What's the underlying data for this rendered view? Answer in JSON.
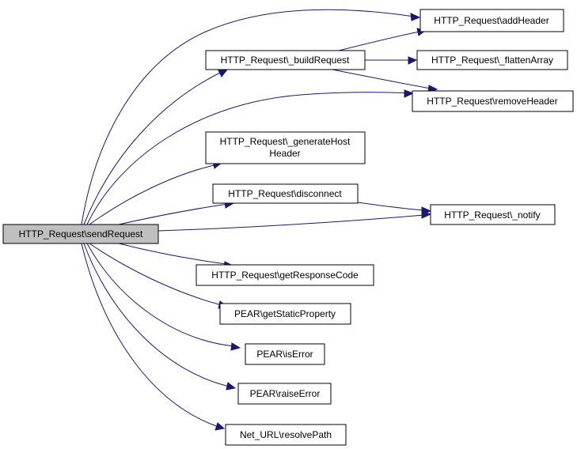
{
  "diagram": {
    "edge_color": "#191970",
    "root_fill": "#bfbfbf",
    "nodes": {
      "send_request": "HTTP_Request\\sendRequest",
      "add_header": "HTTP_Request\\addHeader",
      "build_request": "HTTP_Request\\_buildRequest",
      "flatten_array": "HTTP_Request\\_flattenArray",
      "remove_header": "HTTP_Request\\removeHeader",
      "generate_host_header": [
        "HTTP_Request\\_generateHost",
        "Header"
      ],
      "disconnect": "HTTP_Request\\disconnect",
      "notify": "HTTP_Request\\_notify",
      "get_response_code": "HTTP_Request\\getResponseCode",
      "get_static_property": "PEAR\\getStaticProperty",
      "is_error": "PEAR\\isError",
      "raise_error": "PEAR\\raiseError",
      "resolve_path": "Net_URL\\resolvePath"
    }
  }
}
